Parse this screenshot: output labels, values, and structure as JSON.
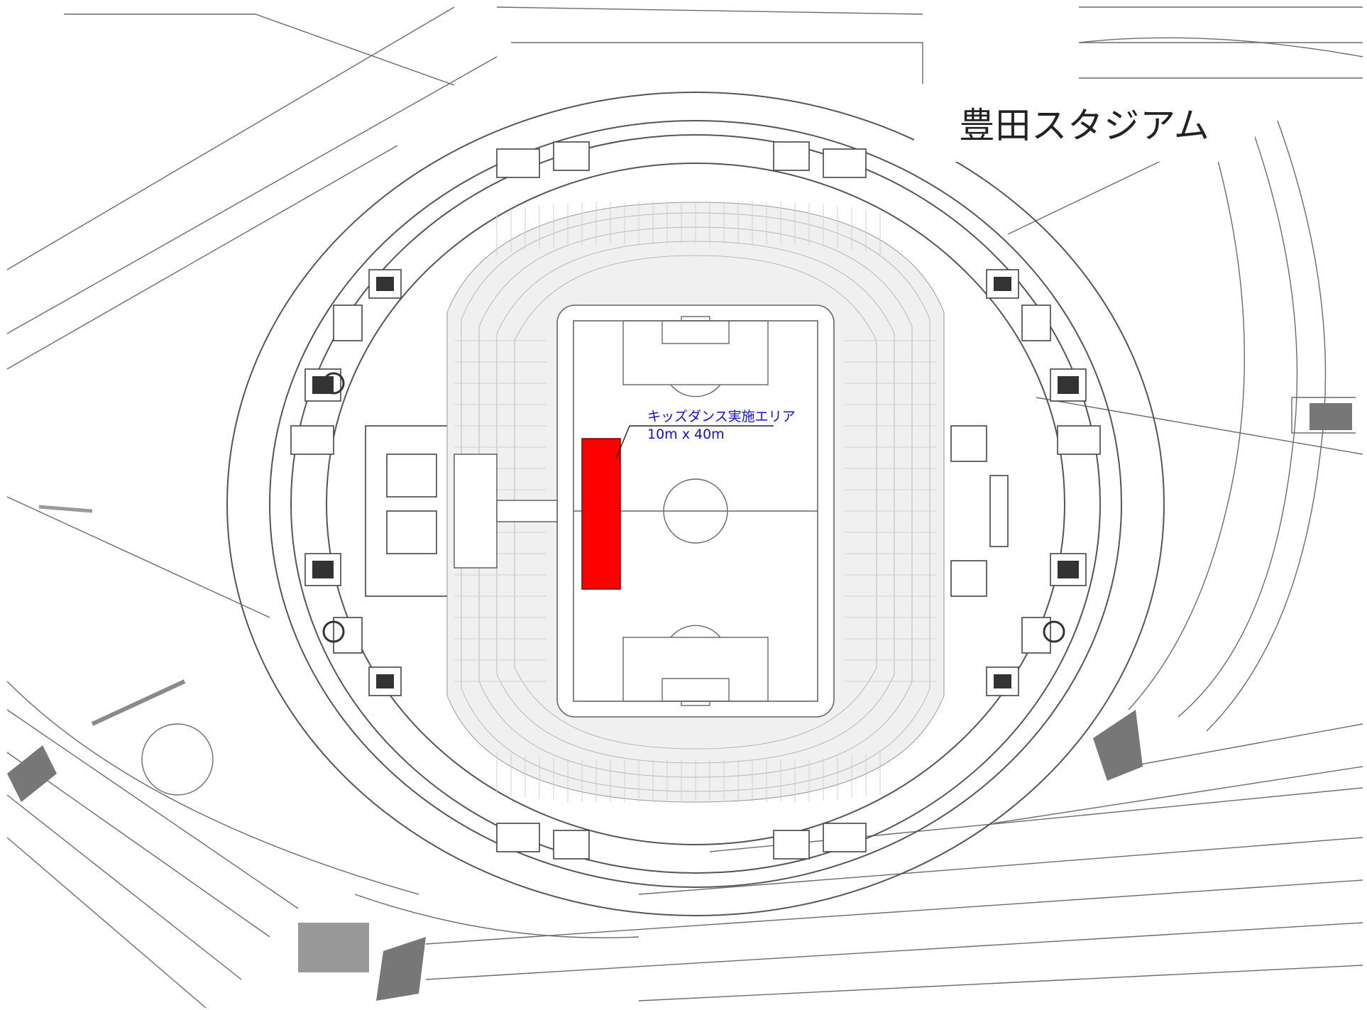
{
  "title": "豊田スタジアム",
  "annotation": {
    "label": "キッズダンス実施エリア",
    "size": "10m x 40m"
  },
  "colors": {
    "highlight": "#ff0000",
    "annotation_text": "#1010d0",
    "line": "#555555"
  }
}
